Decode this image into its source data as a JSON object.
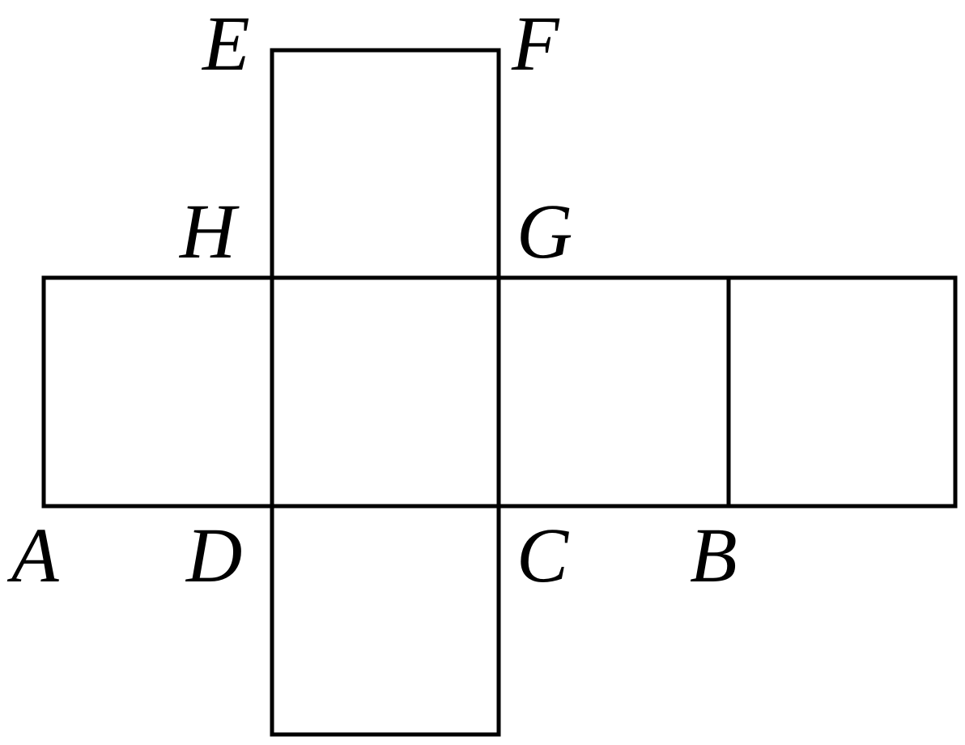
{
  "labels": {
    "A": "A",
    "B": "B",
    "C": "C",
    "D": "D",
    "E": "E",
    "F": "F",
    "G": "G",
    "H": "H"
  },
  "colors": {
    "stroke": "#000000",
    "background": "#ffffff"
  }
}
